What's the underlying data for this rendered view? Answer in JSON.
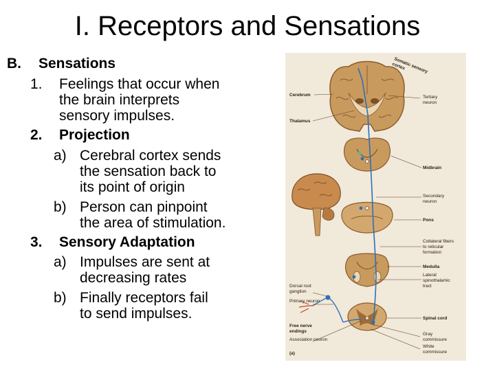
{
  "slide": {
    "title": "I. Receptors and Sensations"
  },
  "outline": {
    "section": {
      "marker": "B.",
      "text": "Sensations"
    },
    "item1": {
      "marker": "1.",
      "lines": [
        "Feelings that occur when",
        "the brain interprets",
        "sensory impulses."
      ]
    },
    "item2": {
      "marker": "2.",
      "text": "Projection",
      "a": {
        "marker": "a)",
        "lines": [
          "Cerebral cortex sends",
          "the sensation back to",
          "its point of origin"
        ]
      },
      "b": {
        "marker": "b)",
        "lines": [
          "Person can pinpoint",
          "the area of stimulation."
        ]
      }
    },
    "item3": {
      "marker": "3.",
      "text": "Sensory Adaptation",
      "a": {
        "marker": "a)",
        "lines": [
          "Impulses are sent at",
          "decreasing rates"
        ]
      },
      "b": {
        "marker": "b)",
        "lines": [
          "Finally receptors fail",
          "to send impulses."
        ]
      }
    }
  },
  "figure": {
    "labels": {
      "somatic_1": "Somatic sensory",
      "somatic_2": "cortex",
      "cerebrum": "Cerebrum",
      "thalamus": "Thalamus",
      "tertiary_1": "Tertiary",
      "tertiary_2": "neuron",
      "midbrain": "Midbrain",
      "secondary_1": "Secondary",
      "secondary_2": "neuron",
      "pons": "Pons",
      "collateral_1": "Collateral fibers",
      "collateral_2": "to reticular",
      "collateral_3": "formation",
      "medulla": "Medulla",
      "lateral_1": "Lateral",
      "lateral_2": "spinothalamic",
      "lateral_3": "tract",
      "drg_1": "Dorsal root",
      "drg_2": "ganglion",
      "primary": "Primary neuron",
      "free_1": "Free nerve",
      "free_2": "endings",
      "spinal": "Spinal cord",
      "association": "Association neuron",
      "gray_1": "Gray",
      "gray_2": "commissure",
      "white_1": "White",
      "white_2": "commissure",
      "panel": "(a)"
    },
    "colors": {
      "background": "#f1e9da",
      "tissue": "#c99a5e",
      "tissue_dark": "#9b6b3a",
      "pathway": "#2d6fb6",
      "ending": "#c4452a"
    }
  }
}
